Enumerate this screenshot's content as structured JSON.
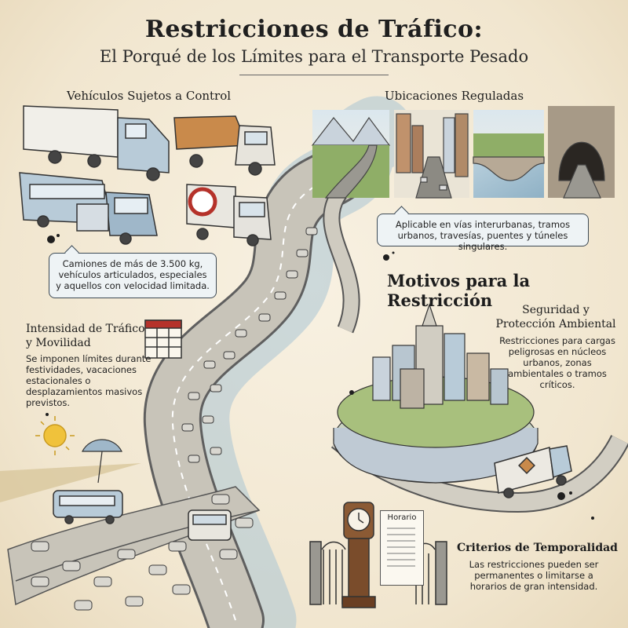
{
  "header": {
    "title": "Restricciones de Tráfico:",
    "subtitle": "El Porqué de los Límites para el Transporte Pesado"
  },
  "vehicles": {
    "heading": "Vehículos Sujetos a Control",
    "callout": "Camiones de más de 3.500 kg, vehículos articulados, especiales y aquellos con velocidad limitada."
  },
  "locations": {
    "heading": "Ubicaciones Reguladas",
    "callout": "Aplicable en vías interurbanas, tramos urbanos, travesías, puentes y túneles singulares."
  },
  "motives": {
    "heading": "Motivos para la Restricción"
  },
  "intensity": {
    "heading": "Intensidad de Tráfico y Movilidad",
    "text": "Se imponen límites durante festividades, vacaciones estacionales o desplazamientos masivos previstos."
  },
  "safety": {
    "heading": "Seguridad y Protección Ambiental",
    "text": "Restricciones para cargas peligrosas en núcleos urbanos, zonas ambientales o tramos críticos."
  },
  "time_criteria": {
    "heading": "Criterios de Temporalidad",
    "text": "Las restricciones pueden ser permanentes o limitarse a horarios de gran intensidad.",
    "sign_label": "Horario"
  },
  "colors": {
    "ink": "#2b2b2b",
    "paper": "#f3ead8",
    "road": "#b9b6ad",
    "water": "#a9c4d4",
    "truck_orange": "#c98a4b",
    "truck_blue": "#b8cbd8",
    "sign_red": "#b5322a",
    "greenery": "#7ea25a"
  },
  "icons": [
    "trucks-illustration",
    "bus-illustration",
    "no-entry-sign-icon",
    "mountain-road-icon",
    "city-street-icon",
    "bridge-icon",
    "tunnel-icon",
    "calendar-icon",
    "sun-icon",
    "beach-umbrella-icon",
    "walled-city-icon",
    "hazmat-truck-icon",
    "grandfather-clock-icon",
    "gate-icon",
    "schedule-sign-icon"
  ]
}
